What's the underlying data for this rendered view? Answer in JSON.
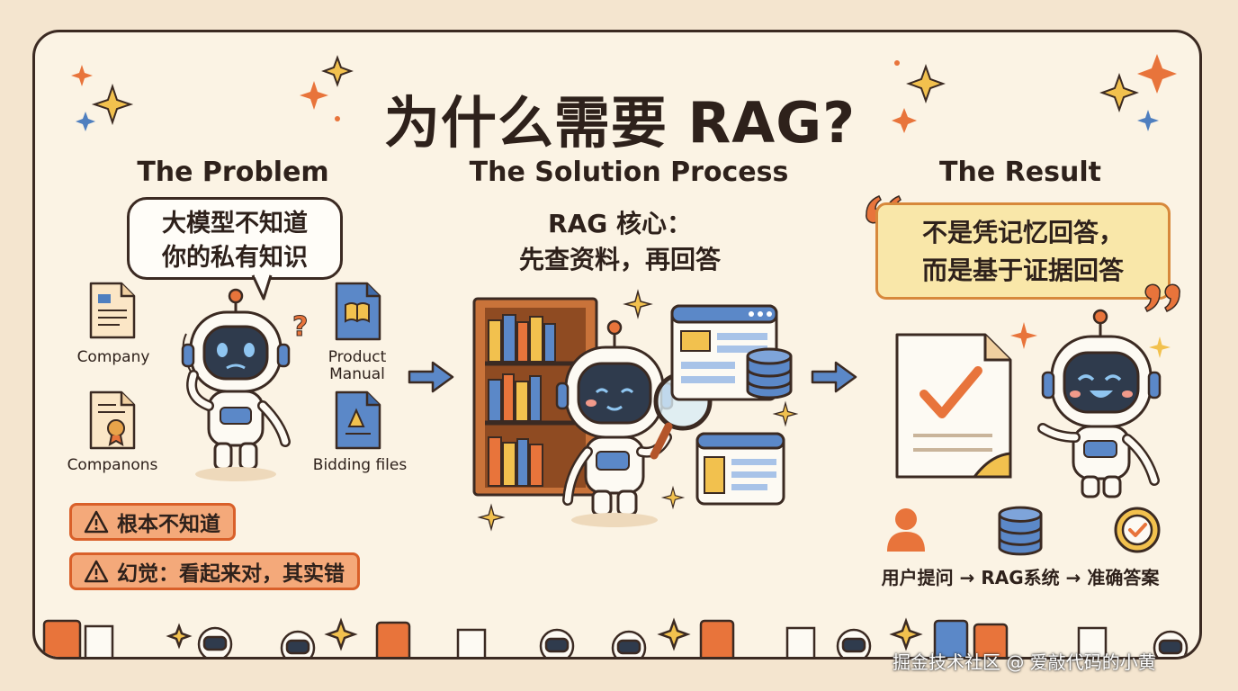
{
  "title": "为什么需要 RAG?",
  "columns": {
    "problem": {
      "heading": "The Problem",
      "bubble_line1": "大模型不知道",
      "bubble_line2": "你的私有知识",
      "docs": [
        {
          "label": "Company",
          "icon": "document-icon"
        },
        {
          "label": "Product Manual",
          "icon": "book-file-icon"
        },
        {
          "label": "Companons",
          "icon": "certificate-icon"
        },
        {
          "label": "Bidding files",
          "icon": "file-a-icon"
        }
      ],
      "warnings": [
        "根本不知道",
        "幻觉：看起来对，其实错"
      ]
    },
    "solution": {
      "heading": "The Solution Process",
      "core_line1": "RAG 核心：",
      "core_line2": "先查资料，再回答"
    },
    "result": {
      "heading": "The Result",
      "quote_line1": "不是凭记忆回答，",
      "quote_line2": "而是基于证据回答",
      "flow": "用户提问 → RAG系统 → 准确答案",
      "flow_icons": [
        "user-icon",
        "database-icon",
        "check-icon"
      ]
    }
  },
  "watermark": "掘金技术社区 @ 爱敲代码的小黄",
  "colors": {
    "background": "#f4e5cf",
    "card": "#fbf3e4",
    "accent_orange": "#e8743b",
    "accent_blue": "#4f7fbf",
    "warning_fill": "#f4a97a",
    "quote_fill": "#f9e7a9"
  }
}
